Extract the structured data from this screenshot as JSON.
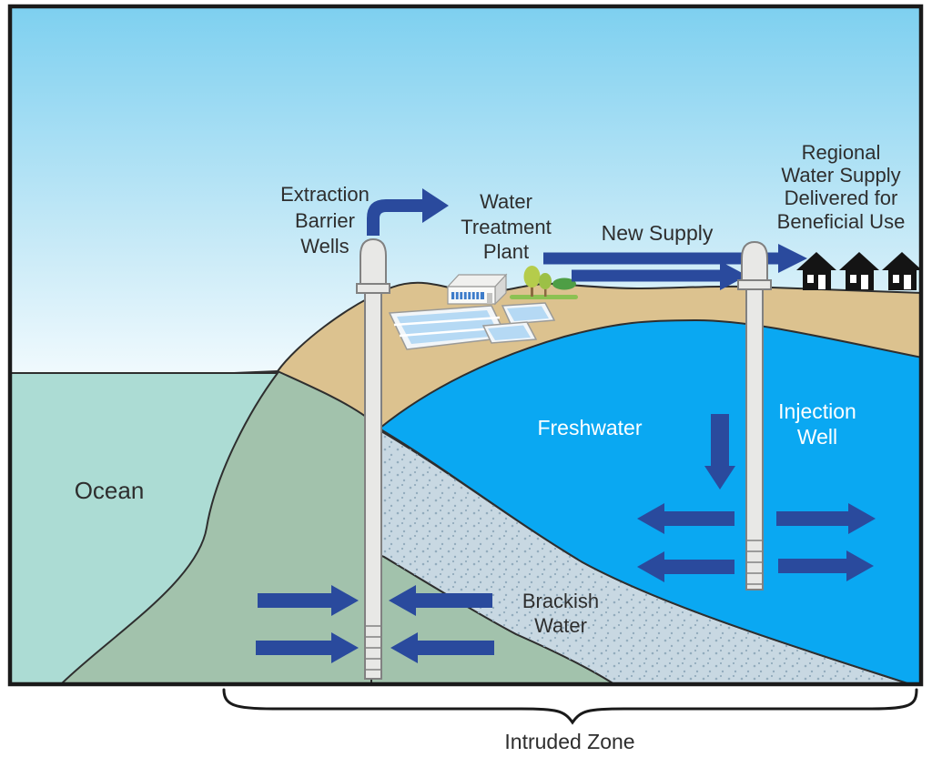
{
  "labels": {
    "extraction": [
      "Extraction",
      "Barrier",
      "Wells"
    ],
    "treatment": [
      "Water",
      "Treatment",
      "Plant"
    ],
    "new_supply": "New Supply",
    "regional": [
      "Regional",
      "Water Supply",
      "Delivered for",
      "Beneficial Use"
    ],
    "freshwater": "Freshwater",
    "injection": [
      "Injection",
      "Well"
    ],
    "ocean": "Ocean",
    "brackish": [
      "Brackish",
      "Water"
    ],
    "intruded_zone": "Intruded Zone"
  },
  "colors": {
    "sky_top": "#7ED0F0",
    "sky_mid": "#C8EAF7",
    "sky_bottom": "#F4FBFE",
    "ocean": "#ACDCD4",
    "intruded": "#A2C2AC",
    "sand": "#DCC28F",
    "freshwater": "#0AA8F2",
    "brackish": "#C8D8E2",
    "brackish_dot": "#93ACBD",
    "arrow": "#2A4A9D",
    "well_fill": "#E8E8E6",
    "well_stroke": "#818181",
    "house": "#141414",
    "outline": "#2E2E2E",
    "text": "#2E2E2E",
    "label_light": "#FFFFFF",
    "basin_water": "#B5D9F4",
    "basin_rim": "#F2F6F9",
    "building_front": "#FAFAF8",
    "building_side": "#D8D8D6",
    "building_top": "#F0F0EE",
    "window_blue": "#3D7CC9",
    "tree": "#B5CC4B",
    "tree_small": "#9CC046",
    "bush": "#4E9E45",
    "grass": "#8CC152",
    "trunk": "#8A6A40",
    "frame": "#1A1A1A"
  }
}
